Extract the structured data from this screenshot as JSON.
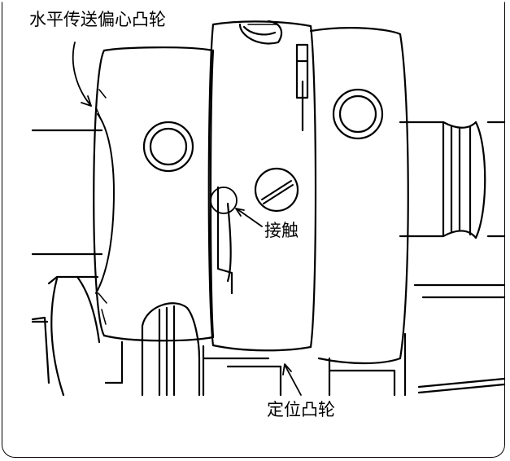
{
  "labels": {
    "horizontal_feed_cam": "水平传送偏心凸轮",
    "contact": "接触",
    "positioning_cam": "定位凸轮"
  }
}
